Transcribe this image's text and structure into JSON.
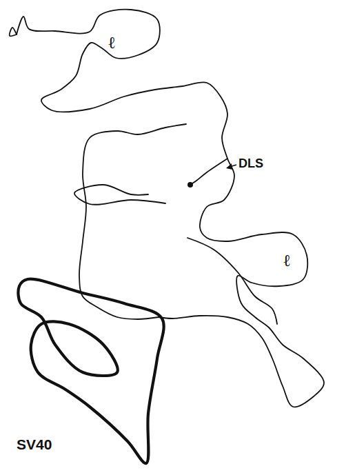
{
  "diagram": {
    "labels": [
      "ℓ",
      "DLS",
      "ℓ",
      "SV40"
    ]
  }
}
